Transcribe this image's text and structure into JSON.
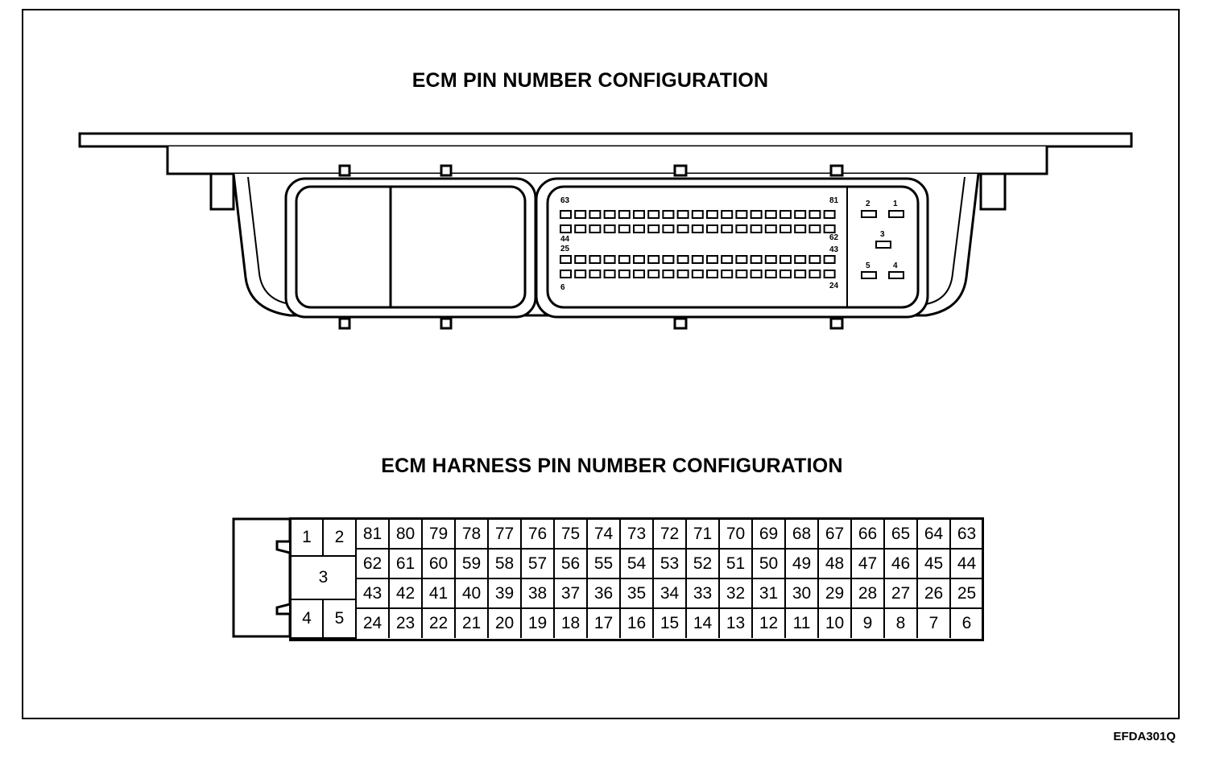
{
  "diagram": {
    "title_top": "ECM PIN NUMBER CONFIGURATION",
    "title_bottom": "ECM HARNESS PIN NUMBER CONFIGURATION",
    "figure_code": "EFDA301Q",
    "connector_labels": {
      "top_left": "63",
      "top_right": "81",
      "row2_left": "44",
      "row2_right": "62",
      "row3_left": "25",
      "row3_right": "43",
      "bottom_left": "6",
      "bottom_right": "24",
      "pin1": "1",
      "pin2": "2",
      "pin3": "3",
      "pin4": "4",
      "pin5": "5"
    },
    "harness": {
      "power_pins": {
        "p1": "1",
        "p2": "2",
        "p3": "3",
        "p4": "4",
        "p5": "5"
      },
      "rows": [
        [
          "81",
          "80",
          "79",
          "78",
          "77",
          "76",
          "75",
          "74",
          "73",
          "72",
          "71",
          "70",
          "69",
          "68",
          "67",
          "66",
          "65",
          "64",
          "63"
        ],
        [
          "62",
          "61",
          "60",
          "59",
          "58",
          "57",
          "56",
          "55",
          "54",
          "53",
          "52",
          "51",
          "50",
          "49",
          "48",
          "47",
          "46",
          "45",
          "44"
        ],
        [
          "43",
          "42",
          "41",
          "40",
          "39",
          "38",
          "37",
          "36",
          "35",
          "34",
          "33",
          "32",
          "31",
          "30",
          "29",
          "28",
          "27",
          "26",
          "25"
        ],
        [
          "24",
          "23",
          "22",
          "21",
          "20",
          "19",
          "18",
          "17",
          "16",
          "15",
          "14",
          "13",
          "12",
          "11",
          "10",
          "9",
          "8",
          "7",
          "6"
        ]
      ]
    }
  }
}
